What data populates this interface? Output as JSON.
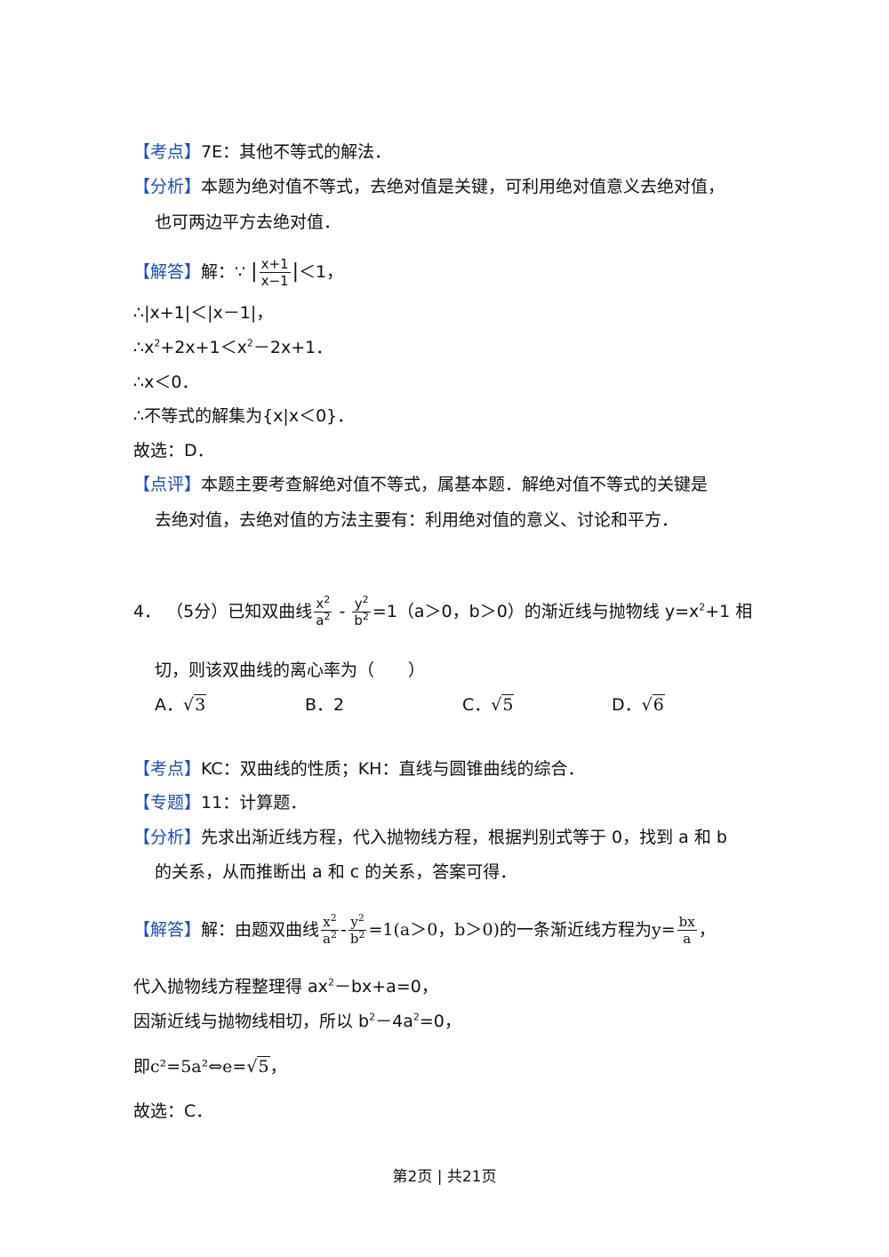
{
  "solution3": {
    "kaodian_tag": "【考点】",
    "kaodian_text": "7E：其他不等式的解法．",
    "fenxi_tag": "【分析】",
    "fenxi_line1": "本题为绝对值不等式，去绝对值是关键，可利用绝对值意义去绝对值，",
    "fenxi_line2": "也可两边平方去绝对值．",
    "jieda_tag": "【解答】",
    "jieda_prefix": "解：∵",
    "frac_num": "x+1",
    "frac_den": "x−1",
    "jieda_suffix": "＜1，",
    "step1": "∴|x+1|＜|x－1|，",
    "step2_a": "∴x",
    "step2_b": "+2x+1＜x",
    "step2_c": "－2x+1．",
    "step3": "∴x＜0．",
    "step4": "∴不等式的解集为{x|x＜0}．",
    "answer": "故选：D．",
    "dianping_tag": "【点评】",
    "dianping_line1": "本题主要考查解绝对值不等式，属基本题．解绝对值不等式的关键是",
    "dianping_line2": "去绝对值，去绝对值的方法主要有：利用绝对值的意义、讨论和平方．"
  },
  "question4": {
    "number": "4．",
    "score": "（5分）已知双曲线",
    "eq_x": "x",
    "eq_a": "a",
    "eq_y": "y",
    "eq_b": "b",
    "exp2": "2",
    "eq_rest": "=1（a＞0，b＞0）的渐近线与抛物线 y=x",
    "eq_tail": "+1 相",
    "line2": "切，则该双曲线的离心率为（　　）",
    "choices": [
      {
        "label": "A．",
        "radicand": "3"
      },
      {
        "label": "B．",
        "value": "2"
      },
      {
        "label": "C．",
        "radicand": "5"
      },
      {
        "label": "D．",
        "radicand": "6"
      }
    ]
  },
  "solution4": {
    "kaodian_tag": "【考点】",
    "kaodian_text": "KC：双曲线的性质；KH：直线与圆锥曲线的综合．",
    "zhuanti_tag": "【专题】",
    "zhuanti_text": "11：计算题．",
    "fenxi_tag": "【分析】",
    "fenxi_line1": "先求出渐近线方程，代入抛物线方程，根据判别式等于 0，找到 a 和 b",
    "fenxi_line2": "的关系，从而推断出 a 和 c 的关系，答案可得．",
    "jieda_tag": "【解答】",
    "jieda_prefix": "解：由题双曲线",
    "jieda_mid": "=1(a＞0，b＞0)",
    "jieda_text2": "的一条渐近线方程为",
    "asym_lhs": "y=",
    "asym_num": "bx",
    "asym_den": "a",
    "comma": "，",
    "step1_a": "代入抛物线方程整理得 ax",
    "step1_b": "－bx+a=0，",
    "step2_a": "因渐近线与抛物线相切，所以 b",
    "step2_b": "－4a",
    "step2_c": "=0，",
    "step3_prefix": "即",
    "step3_eq": "c²=5a²⇔e=",
    "step3_rad": "5",
    "step3_tail": "，",
    "answer": "故选：C．"
  },
  "footer": "第2页 | 共21页"
}
